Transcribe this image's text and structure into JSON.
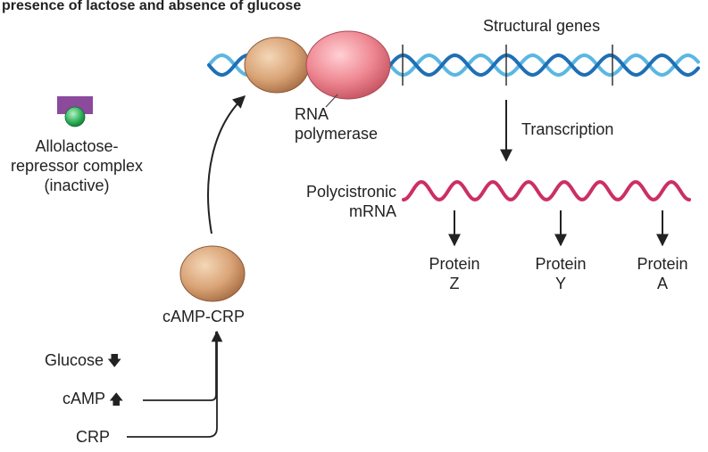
{
  "title": "presence of lactose and absence of glucose",
  "structural_genes_label": "Structural genes",
  "complex": {
    "line1": "Allolactose-",
    "line2": "repressor complex",
    "line3": "(inactive)",
    "colors": {
      "repressor": "#8b4a9c",
      "allolactose": "#1f9a4a"
    }
  },
  "rna_polymerase": {
    "line1": "RNA",
    "line2": "polymerase",
    "color": "#e06a7a"
  },
  "transcription_label": "Transcription",
  "mrna": {
    "line1": "Polycistronic",
    "line2": "mRNA",
    "color": "#cc2f63"
  },
  "proteins": [
    {
      "line1": "Protein",
      "line2": "Z"
    },
    {
      "line1": "Protein",
      "line2": "Y"
    },
    {
      "line1": "Protein",
      "line2": "A"
    }
  ],
  "camp_crp_label": "cAMP-CRP",
  "crp_color": "#c98e5e",
  "dna_colors": {
    "strand_a": "#1e6fb5",
    "strand_b": "#5ab7e2"
  },
  "inputs": {
    "glucose": {
      "label": "Glucose",
      "arrow": "down"
    },
    "camp": {
      "label": "cAMP",
      "arrow": "up"
    },
    "crp": {
      "label": "CRP"
    }
  }
}
